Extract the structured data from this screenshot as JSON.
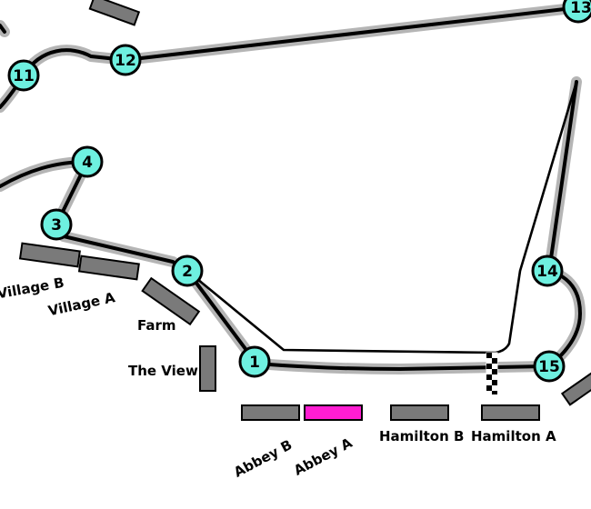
{
  "colors": {
    "background": "#ffffff",
    "track": "#000000",
    "track_shadow": "#b5b5b5",
    "stand": "#7a7a7a",
    "stand_selected": "#ff1dd2",
    "corner_marker": "#6ef0e0"
  },
  "corners": [
    {
      "number": "1"
    },
    {
      "number": "2"
    },
    {
      "number": "3"
    },
    {
      "number": "4"
    },
    {
      "number": "11"
    },
    {
      "number": "12"
    },
    {
      "number": "13"
    },
    {
      "number": "14"
    },
    {
      "number": "15"
    }
  ],
  "grandstands": [
    {
      "label": "Village B",
      "selected": false
    },
    {
      "label": "Village A",
      "selected": false
    },
    {
      "label": "Farm",
      "selected": false
    },
    {
      "label": "The View",
      "selected": false
    },
    {
      "label": "Abbey B",
      "selected": false
    },
    {
      "label": "Abbey A",
      "selected": true
    },
    {
      "label": "Hamilton B",
      "selected": false
    },
    {
      "label": "Hamilton A",
      "selected": false
    }
  ],
  "finish_line": {
    "icon": "checkered-flag-icon"
  }
}
